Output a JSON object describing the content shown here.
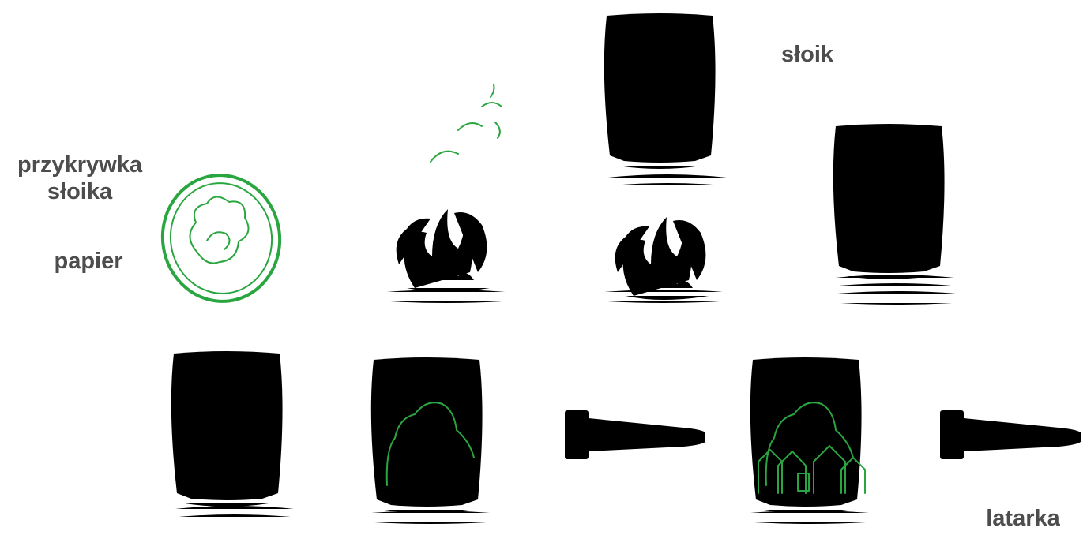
{
  "labels": {
    "lid": "przykrywka słoika",
    "paper": "papier",
    "jar": "słoik",
    "flashlight": "latarka"
  },
  "colors": {
    "stroke": "#2aa640",
    "text": "#4d4d4d",
    "background": "#ffffff"
  }
}
